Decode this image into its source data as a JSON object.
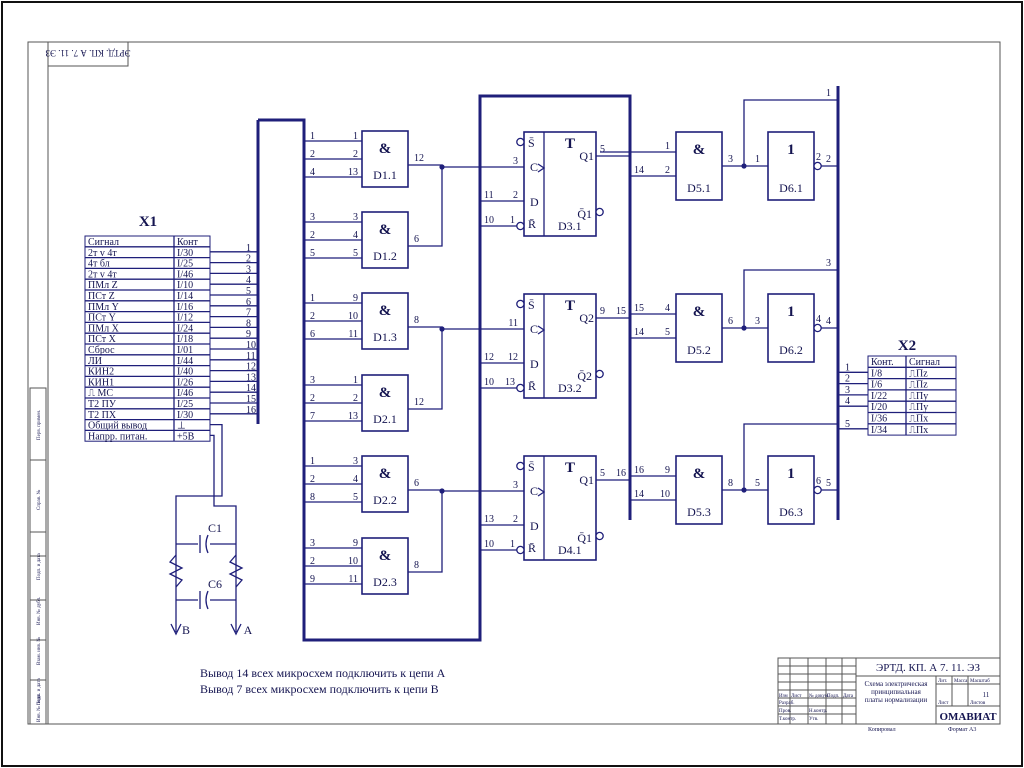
{
  "drawing": {
    "rotated_code": "ЭРТД. КП. А 7. 11. ЭЗ",
    "notes": [
      "Вывод 14 всех микросхем подключить к цепи А",
      "Вывод 7 всех микросхем подключить к цепи В"
    ],
    "title_block": {
      "code": "ЭРТД. КП. А 7. 11. ЭЗ",
      "title": [
        "Схема электрическая",
        "принципиальная",
        "платы нормализации"
      ],
      "org": "ОМАВИАТ",
      "sheet": "11",
      "small_labels": [
        "Изм",
        "Лист",
        "№ докум.",
        "Подп.",
        "Дата",
        "Разраб.",
        "Пров.",
        "Т.контр.",
        "Н.контр.",
        "Утв.",
        "Лит.",
        "Масса",
        "Масштаб",
        "Лист",
        "Листов"
      ],
      "footer_left": "Копировал",
      "footer_right": "Формат А3"
    },
    "side_stamp": [
      "Перв. примен.",
      "Справ. №",
      "Подп. и дата",
      "Инв. № дубл.",
      "Взам. инв. №",
      "Подп. и дата",
      "Инв. № подл."
    ]
  },
  "x1": {
    "title": "X1",
    "headers": [
      "Сигнал",
      "Конт"
    ],
    "rows": [
      [
        "2т v 4т",
        "I/30"
      ],
      [
        "4т бл",
        "I/25"
      ],
      [
        "2т v 4т",
        "I/46"
      ],
      [
        "ПМл Z",
        "I/10"
      ],
      [
        "ПСт Z",
        "I/14"
      ],
      [
        "ПМл Y",
        "I/16"
      ],
      [
        "ПСт Y",
        "I/12"
      ],
      [
        "ПМл X",
        "I/24"
      ],
      [
        "ПСт X",
        "I/18"
      ],
      [
        "Сброс",
        "I/01"
      ],
      [
        "ЛИ",
        "I/44"
      ],
      [
        "КИН2",
        "I/40"
      ],
      [
        "КИН1",
        "I/26"
      ],
      [
        "⎍ МС",
        "I/46"
      ],
      [
        "Т2 ПУ",
        "I/25"
      ],
      [
        "Т2 ПХ",
        "I/30"
      ],
      [
        "Общий вывод",
        "⊥"
      ],
      [
        "Напрр. питан.",
        "+5В"
      ]
    ],
    "pins": [
      "1",
      "2",
      "3",
      "4",
      "5",
      "6",
      "7",
      "8",
      "9",
      "10",
      "11",
      "12",
      "13",
      "14",
      "15",
      "16"
    ]
  },
  "x2": {
    "title": "X2",
    "headers": [
      "Конт.",
      "Сигнал"
    ],
    "rows": [
      [
        "I/8",
        "⎍Пz"
      ],
      [
        "I/6",
        "⎍Пz"
      ],
      [
        "I/22",
        "⎍Пy"
      ],
      [
        "I/20",
        "⎍Пy"
      ],
      [
        "I/36",
        "⎍Пx"
      ],
      [
        "I/34",
        "⎍Пx"
      ]
    ],
    "pins": [
      "1",
      "2",
      "3",
      "4",
      "5"
    ]
  },
  "components": {
    "and_gate_symbol": "&",
    "not_gate_symbol": "1",
    "trigger_symbol": "T",
    "and_gates": [
      {
        "name": "D1.1",
        "in_left": [
          "1",
          "2",
          "4"
        ],
        "in_right": [
          "1",
          "2",
          "13"
        ],
        "out": "12"
      },
      {
        "name": "D1.2",
        "in_left": [
          "3",
          "2",
          "5"
        ],
        "in_right": [
          "3",
          "4",
          "5"
        ],
        "out": "6"
      },
      {
        "name": "D1.3",
        "in_left": [
          "1",
          "2",
          "6"
        ],
        "in_right": [
          "9",
          "10",
          "11"
        ],
        "out": "8"
      },
      {
        "name": "D2.1",
        "in_left": [
          "3",
          "2",
          "7"
        ],
        "in_right": [
          "1",
          "2",
          "13"
        ],
        "out": "12"
      },
      {
        "name": "D2.2",
        "in_left": [
          "1",
          "2",
          "8"
        ],
        "in_right": [
          "3",
          "4",
          "5"
        ],
        "out": "6"
      },
      {
        "name": "D2.3",
        "in_left": [
          "3",
          "2",
          "9"
        ],
        "in_right": [
          "9",
          "10",
          "11"
        ],
        "out": "8"
      }
    ],
    "triggers": [
      {
        "name": "D3.1",
        "s": "S̄",
        "c": "C",
        "d": "D",
        "r": "R̄",
        "q": "Q1",
        "nq": "Q̄1",
        "pin_c": "3",
        "pin_d": "2",
        "pin_r": "1",
        "bus_d": "11",
        "bus_r": "10",
        "pin_q": "5",
        "bus_q": ""
      },
      {
        "name": "D3.2",
        "s": "S̄",
        "c": "C",
        "d": "D",
        "r": "R̄",
        "q": "Q2",
        "nq": "Q̄2",
        "pin_c": "11",
        "pin_d": "12",
        "pin_r": "13",
        "bus_d": "12",
        "bus_r": "10",
        "pin_q": "9",
        "bus_q": "15"
      },
      {
        "name": "D4.1",
        "s": "S̄",
        "c": "C",
        "d": "D",
        "r": "R̄",
        "q": "Q1",
        "nq": "Q̄1",
        "pin_c": "3",
        "pin_d": "2",
        "pin_r": "1",
        "bus_d": "13",
        "bus_r": "10",
        "pin_q": "5",
        "bus_q": "16"
      }
    ],
    "and5": [
      {
        "name": "D5.1",
        "bus_a": "",
        "pin_a": "1",
        "bus_b": "14",
        "pin_b": "2",
        "out": "3"
      },
      {
        "name": "D5.2",
        "bus_a": "15",
        "pin_a": "4",
        "bus_b": "14",
        "pin_b": "5",
        "out": "6"
      },
      {
        "name": "D5.3",
        "bus_a": "16",
        "pin_a": "9",
        "bus_b": "14",
        "pin_b": "10",
        "out": "8"
      }
    ],
    "not6": [
      {
        "name": "D6.1",
        "in": "1",
        "out": "2",
        "bus": "2",
        "top_bus": "1"
      },
      {
        "name": "D6.2",
        "in": "3",
        "out": "4",
        "bus": "4",
        "top_bus": "3"
      },
      {
        "name": "D6.3",
        "in": "5",
        "out": "6",
        "bus": "5",
        "top_bus": ""
      }
    ],
    "caps": [
      "C1",
      "C6"
    ],
    "terminals": [
      "B",
      "A"
    ]
  }
}
